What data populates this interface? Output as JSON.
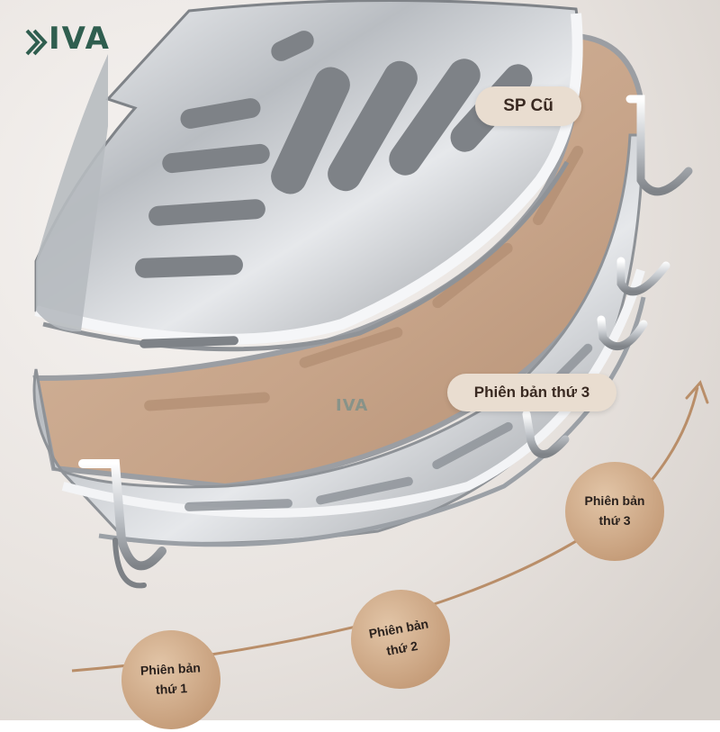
{
  "logo": {
    "text": "IVA"
  },
  "watermark": {
    "text": "IVA"
  },
  "labels": {
    "old_product": "SP Cũ",
    "version3_tag": "Phiên bản thứ 3"
  },
  "timeline": [
    {
      "line1": "Phiên bản",
      "line2": "thứ 1"
    },
    {
      "line1": "Phiên bản",
      "line2": "thứ 2"
    },
    {
      "line1": "Phiên bản",
      "line2": "thứ 3"
    }
  ],
  "colors": {
    "background": "#ebe7e4",
    "metal": "#c9ccd0",
    "liner": "#c9a88e",
    "accent_bronze": "#c79f7c",
    "logo": "#2f5e4f"
  }
}
